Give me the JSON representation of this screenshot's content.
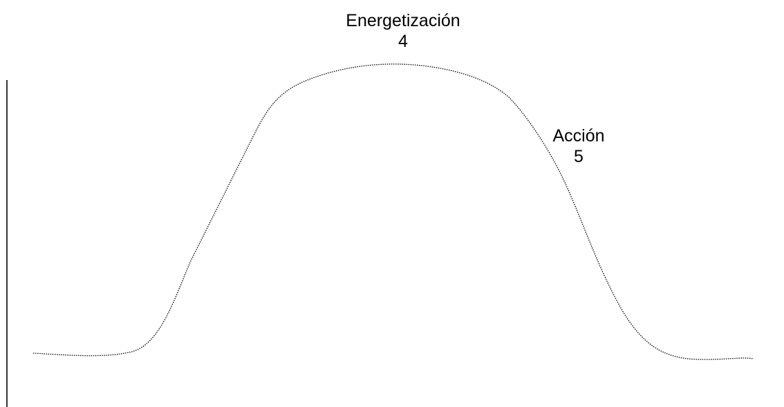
{
  "labels": {
    "energetizacion": {
      "title": "Energetización",
      "number": "4"
    },
    "accion": {
      "title": "Acción",
      "number": "5"
    }
  },
  "colors": {
    "curve": "#000000",
    "axis": "#000000",
    "background": "#ffffff"
  }
}
